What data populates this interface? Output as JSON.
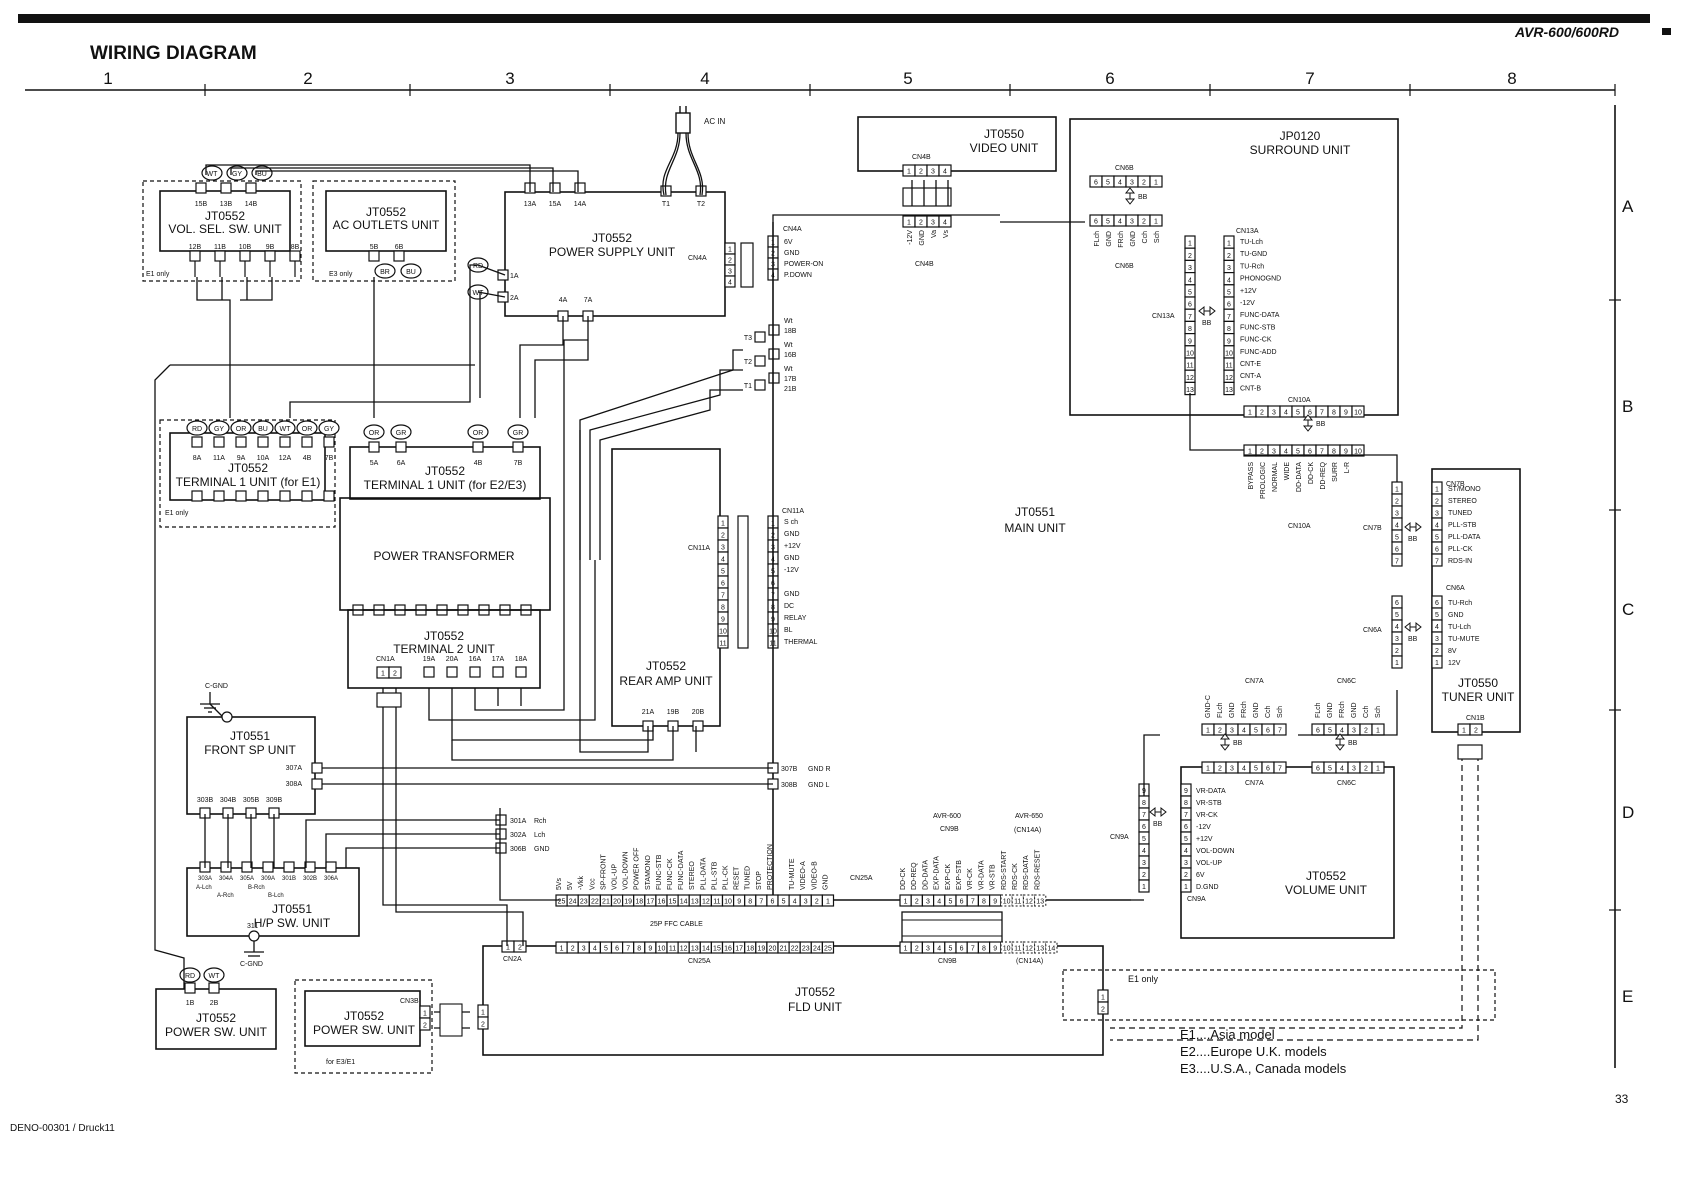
{
  "header": {
    "title": "WIRING DIAGRAM",
    "model": "AVR-600/600RD",
    "page_number": "33",
    "doc_code": "DENO-00301 / Druck11"
  },
  "columns": [
    "1",
    "2",
    "3",
    "4",
    "5",
    "6",
    "7",
    "8"
  ],
  "rows": [
    "A",
    "B",
    "C",
    "D",
    "E"
  ],
  "units": {
    "vol_sel": {
      "name": "JT0552",
      "title": "VOL. SEL. SW. UNIT",
      "top_pins": [
        "15B",
        "13B",
        "14B"
      ],
      "bottom_pins": [
        "12B",
        "11B",
        "10B",
        "9B",
        "8B"
      ],
      "note": "E1 only",
      "wires": [
        "WT",
        "GY",
        "BU"
      ]
    },
    "ac_outlets": {
      "name": "JT0552",
      "title": "AC OUTLETS UNIT",
      "pins": [
        "5B",
        "6B"
      ],
      "note": "E3 only",
      "wires": [
        "BR",
        "BU"
      ]
    },
    "power_supply": {
      "name": "JT0552",
      "title": "POWER SUPPLY UNIT",
      "top_pins": [
        "13A",
        "15A",
        "14A"
      ],
      "t_pins": [
        "T1",
        "T2"
      ],
      "left_pins": [
        "1A",
        "2A"
      ],
      "bottom_pins": [
        "4A",
        "7A"
      ],
      "connector": "CN4A",
      "wires": [
        "RD",
        "WT"
      ]
    },
    "ac_in": "AC IN",
    "video": {
      "name": "JT0550",
      "title": "VIDEO UNIT",
      "connector": "CN4B",
      "pins": [
        "1",
        "2",
        "3",
        "4"
      ],
      "signals": [
        "-12V",
        "GND",
        "Va",
        "Vs"
      ]
    },
    "surround": {
      "name": "JP0120",
      "title": "SURROUND UNIT",
      "connector_top": "CN6B",
      "cn13a_label": "CN13A",
      "cn10a": "CN10A",
      "signals": [
        "TU-Lch",
        "TU-GND",
        "TU-Rch",
        "PHONOGND",
        "+12V",
        "-12V",
        "FUNC-DATA",
        "FUNC-STB",
        "FUNC-CK",
        "FUNC-ADD",
        "CNT-E",
        "CNT-A",
        "CNT-B"
      ],
      "cn6b_signals": [
        "FLch",
        "GND",
        "FRch",
        "GND",
        "Cch",
        "Sch"
      ]
    },
    "cn4a": {
      "label": "CN4A",
      "signals": [
        "6V",
        "GND",
        "POWER-ON",
        "P.DOWN"
      ]
    },
    "terminal_e1": {
      "name": "JT0552",
      "title": "TERMINAL 1 UNIT (for E1)",
      "pins": [
        "8A",
        "11A",
        "9A",
        "10A",
        "12A",
        "4B",
        "7B"
      ],
      "wires": [
        "RD",
        "GY",
        "OR",
        "BU",
        "WT",
        "OR",
        "GY"
      ],
      "note": "E1 only"
    },
    "terminal_e2e3": {
      "name": "JT0552",
      "title": "TERMINAL 1 UNIT (for E2/E3)",
      "pins": [
        "5A",
        "6A",
        "4B",
        "7B"
      ],
      "wires": [
        "OR",
        "GR",
        "OR",
        "GR"
      ]
    },
    "transformer": {
      "title": "POWER TRANSFORMER"
    },
    "terminal2": {
      "name": "JT0552",
      "title": "TERMINAL 2 UNIT",
      "connector": "CN1A",
      "pins": [
        "19A",
        "20A",
        "16A",
        "17A",
        "18A"
      ]
    },
    "transformer_taps": {
      "labels": [
        "Wt",
        "18B",
        "Wt",
        "16B",
        "Wt",
        "17B",
        "21B"
      ],
      "t": [
        "T3",
        "T2",
        "T1"
      ]
    },
    "rear_amp": {
      "name": "JT0552",
      "title": "REAR AMP UNIT",
      "connector": "CN11A",
      "pins": [
        "21A",
        "19B",
        "20B"
      ],
      "signals": [
        "S ch",
        "GND",
        "+12V",
        "GND",
        "-12V",
        "",
        "GND",
        "DC",
        "RELAY",
        "BL",
        "THERMAL"
      ]
    },
    "main": {
      "name": "JT0551",
      "title": "MAIN UNIT",
      "cn10a_signals": [
        "BYPASS",
        "PROLOGIC",
        "NORMAL",
        "WIDE",
        "DD-DATA",
        "DD-CK",
        "DD-REQ",
        "SURR",
        "L-R"
      ],
      "cn10a": "CN10A"
    },
    "tuner": {
      "name": "JT0550",
      "title": "TUNER UNIT",
      "cn7b": "CN7B",
      "cn7b_signals": [
        "ST/MONO",
        "STEREO",
        "TUNED",
        "PLL-STB",
        "PLL-DATA",
        "PLL-CK",
        "RDS-IN"
      ],
      "cn6a": "CN6A",
      "cn6a_signals": [
        "TU-Rch",
        "GND",
        "TU-Lch",
        "TU-MUTE",
        "8V",
        "12V"
      ],
      "cn1b": "CN1B"
    },
    "front_sp": {
      "name": "JT0551",
      "title": "FRONT SP UNIT",
      "pins": [
        "307A",
        "308A"
      ],
      "bottom_pins": [
        "303B",
        "304B",
        "305B",
        "309B"
      ],
      "cgnd": "C-GND",
      "right_labels": [
        "307B",
        "GND R",
        "308B",
        "GND L"
      ]
    },
    "hp_sw": {
      "name": "JT0551",
      "title": "H/P SW. UNIT",
      "pins": [
        "303A",
        "304A",
        "305A",
        "309A",
        "301B",
        "302B",
        "306A"
      ],
      "sub": [
        "A-Lch",
        "B-Rch",
        "A-Rch",
        "B-Lch"
      ],
      "gnd_pin": "311",
      "cgnd": "C-GND"
    },
    "hp_out": {
      "labels": [
        "301A",
        "Rch",
        "302A",
        "Lch",
        "306B",
        "GND"
      ]
    },
    "volume": {
      "name": "JT0552",
      "title": "VOLUME UNIT",
      "cn7a": "CN7A",
      "cn6c": "CN6C",
      "cn7a_signals": [
        "GND-C",
        "FLch",
        "GND",
        "FRch",
        "GND",
        "Cch",
        "Sch"
      ],
      "cn6c_signals": [
        "FLch",
        "GND",
        "FRch",
        "GND",
        "Cch",
        "Sch"
      ],
      "cn9a": "CN9A",
      "cn9a_signals": [
        "VR-DATA",
        "VR-STB",
        "VR-CK",
        "-12V",
        "+12V",
        "VOL-DOWN",
        "VOL-UP",
        "6V",
        "D.GND"
      ]
    },
    "cn25": {
      "label": "CN25A",
      "cable": "25P FFC CABLE",
      "signals": [
        "5Vs",
        "5V",
        "-Vkk",
        "Vcc",
        "SP-FRONT",
        "VOL-UP",
        "VOL-DOWN",
        "POWER OFF",
        "STAMONO",
        "FUNC-STB",
        "FUNC-CK",
        "FUNC-DATA",
        "STEREO",
        "PLL-DATA",
        "PLL-STB",
        "PLL-CK",
        "RESET",
        "TUNED",
        "STOP",
        "PROTECTION",
        "",
        "TU-MUTE",
        "VIDEO-A",
        "VIDEO-B",
        "GND"
      ]
    },
    "cn9b": {
      "label_600": "AVR-600",
      "label_650": "AVR-650",
      "cn": "CN9B",
      "cn14a": "(CN14A)",
      "signals": [
        "DD-CK",
        "DD-REQ",
        "DD-DATA",
        "EXP-DATA",
        "EXP-CK",
        "EXP-STB",
        "VR-CK",
        "VR-DATA",
        "VR-STB",
        "RDS-START",
        "RDS-CK",
        "RDS-DATA",
        "RDS-RESET"
      ]
    },
    "fld": {
      "name": "JT0552",
      "title": "FLD UNIT",
      "cn2a": "CN2A",
      "cn25a": "CN25A",
      "cn9b": "CN9B",
      "cn14a": "(CN14A)",
      "note": "E1 only"
    },
    "power_sw_1": {
      "name": "JT0552",
      "title": "POWER SW. UNIT",
      "pins": [
        "1B",
        "2B"
      ],
      "wires": [
        "RD",
        "WT"
      ]
    },
    "power_sw_2": {
      "name": "JT0552",
      "title": "POWER SW. UNIT",
      "connector": "CN3B",
      "note": "for E3/E1"
    },
    "bb": "BB"
  },
  "legend": [
    "E1....Asia model",
    "E2....Europe U.K. models",
    "E3....U.S.A., Canada models"
  ]
}
